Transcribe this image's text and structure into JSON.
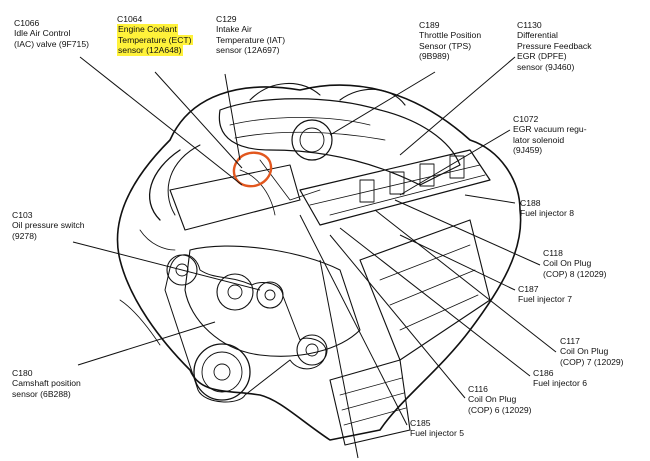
{
  "colors": {
    "line": "#111111",
    "highlight": "#fff23a",
    "circle": "#e2571e"
  },
  "labels": {
    "c1066": {
      "id": "C1066",
      "lines": [
        "Idle Air Control",
        "(IAC) valve (9F715)"
      ]
    },
    "c1064": {
      "id": "C1064",
      "lines": [
        "Engine Coolant",
        "Temperature (ECT)",
        "sensor (12A648)"
      ]
    },
    "c129": {
      "id": "C129",
      "lines": [
        "Intake Air",
        "Temperature (IAT)",
        "sensor (12A697)"
      ]
    },
    "c189": {
      "id": "C189",
      "lines": [
        "Throttle Position",
        "Sensor (TPS)",
        "(9B989)"
      ]
    },
    "c1130": {
      "id": "C1130",
      "lines": [
        "Differential",
        "Pressure Feedback",
        "EGR (DPFE)",
        "sensor (9J460)"
      ]
    },
    "c1072": {
      "id": "C1072",
      "lines": [
        "EGR vacuum regu-",
        "lator solenoid",
        "(9J459)"
      ]
    },
    "c188": {
      "id": "C188",
      "lines": [
        "Fuel injector 8"
      ]
    },
    "c103": {
      "id": "C103",
      "lines": [
        "Oil pressure switch",
        "(9278)"
      ]
    },
    "c118": {
      "id": "C118",
      "lines": [
        "Coil On Plug",
        "(COP) 8 (12029)"
      ]
    },
    "c187": {
      "id": "C187",
      "lines": [
        "Fuel injector 7"
      ]
    },
    "c117": {
      "id": "C117",
      "lines": [
        "Coil On Plug",
        "(COP) 7 (12029)"
      ]
    },
    "c180": {
      "id": "C180",
      "lines": [
        "Camshaft position",
        "sensor (6B288)"
      ]
    },
    "c186": {
      "id": "C186",
      "lines": [
        "Fuel injector 6"
      ]
    },
    "c116": {
      "id": "C116",
      "lines": [
        "Coil On Plug",
        "(COP) 6 (12029)"
      ]
    },
    "c185": {
      "id": "C185",
      "lines": [
        "Fuel injector 5"
      ]
    }
  }
}
